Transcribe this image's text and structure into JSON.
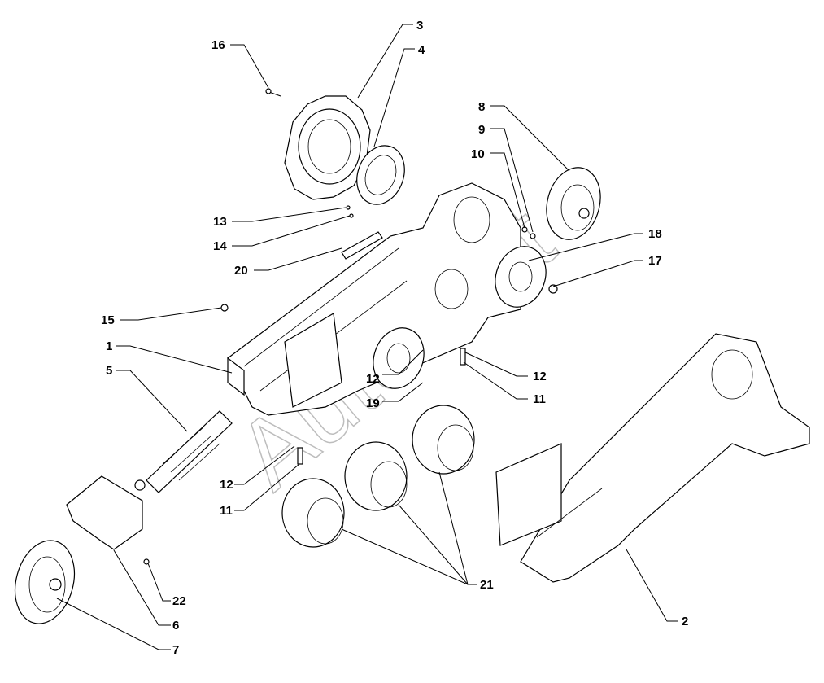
{
  "callouts": {
    "c1": "1",
    "c2": "2",
    "c3": "3",
    "c4": "4",
    "c5": "5",
    "c6": "6",
    "c7": "7",
    "c8": "8",
    "c9": "9",
    "c10": "10",
    "c11a": "11",
    "c11b": "11",
    "c12a": "12",
    "c12b": "12",
    "c12c": "12",
    "c13": "13",
    "c14": "14",
    "c15": "15",
    "c16": "16",
    "c17": "17",
    "c18": "18",
    "c19": "19",
    "c20": "20",
    "c21": "21",
    "c22": "22"
  },
  "watermark": "AutoSoft"
}
